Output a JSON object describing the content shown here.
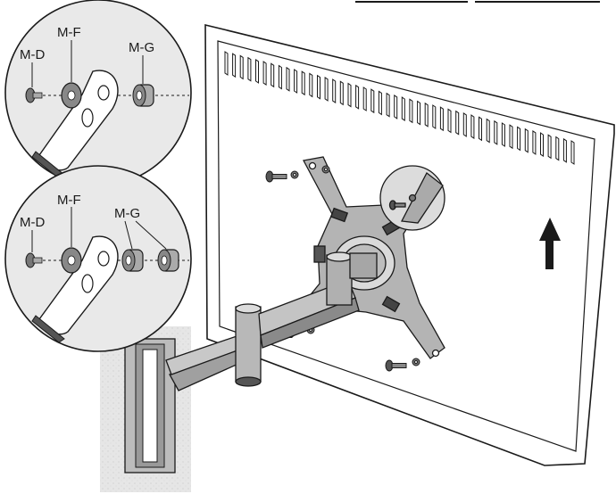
{
  "labels": {
    "top_md": "M-D",
    "top_mf": "M-F",
    "top_mg": "M-G",
    "bottom_md": "M-D",
    "bottom_mf": "M-F",
    "bottom_mg": "M-G"
  },
  "colors": {
    "line": "#1a1a1a",
    "wall": "#e4e4e4",
    "metal": "#9a9a9a",
    "metal_dark": "#555555",
    "washer": "#707070"
  },
  "icons": [
    "up-arrow-icon"
  ]
}
